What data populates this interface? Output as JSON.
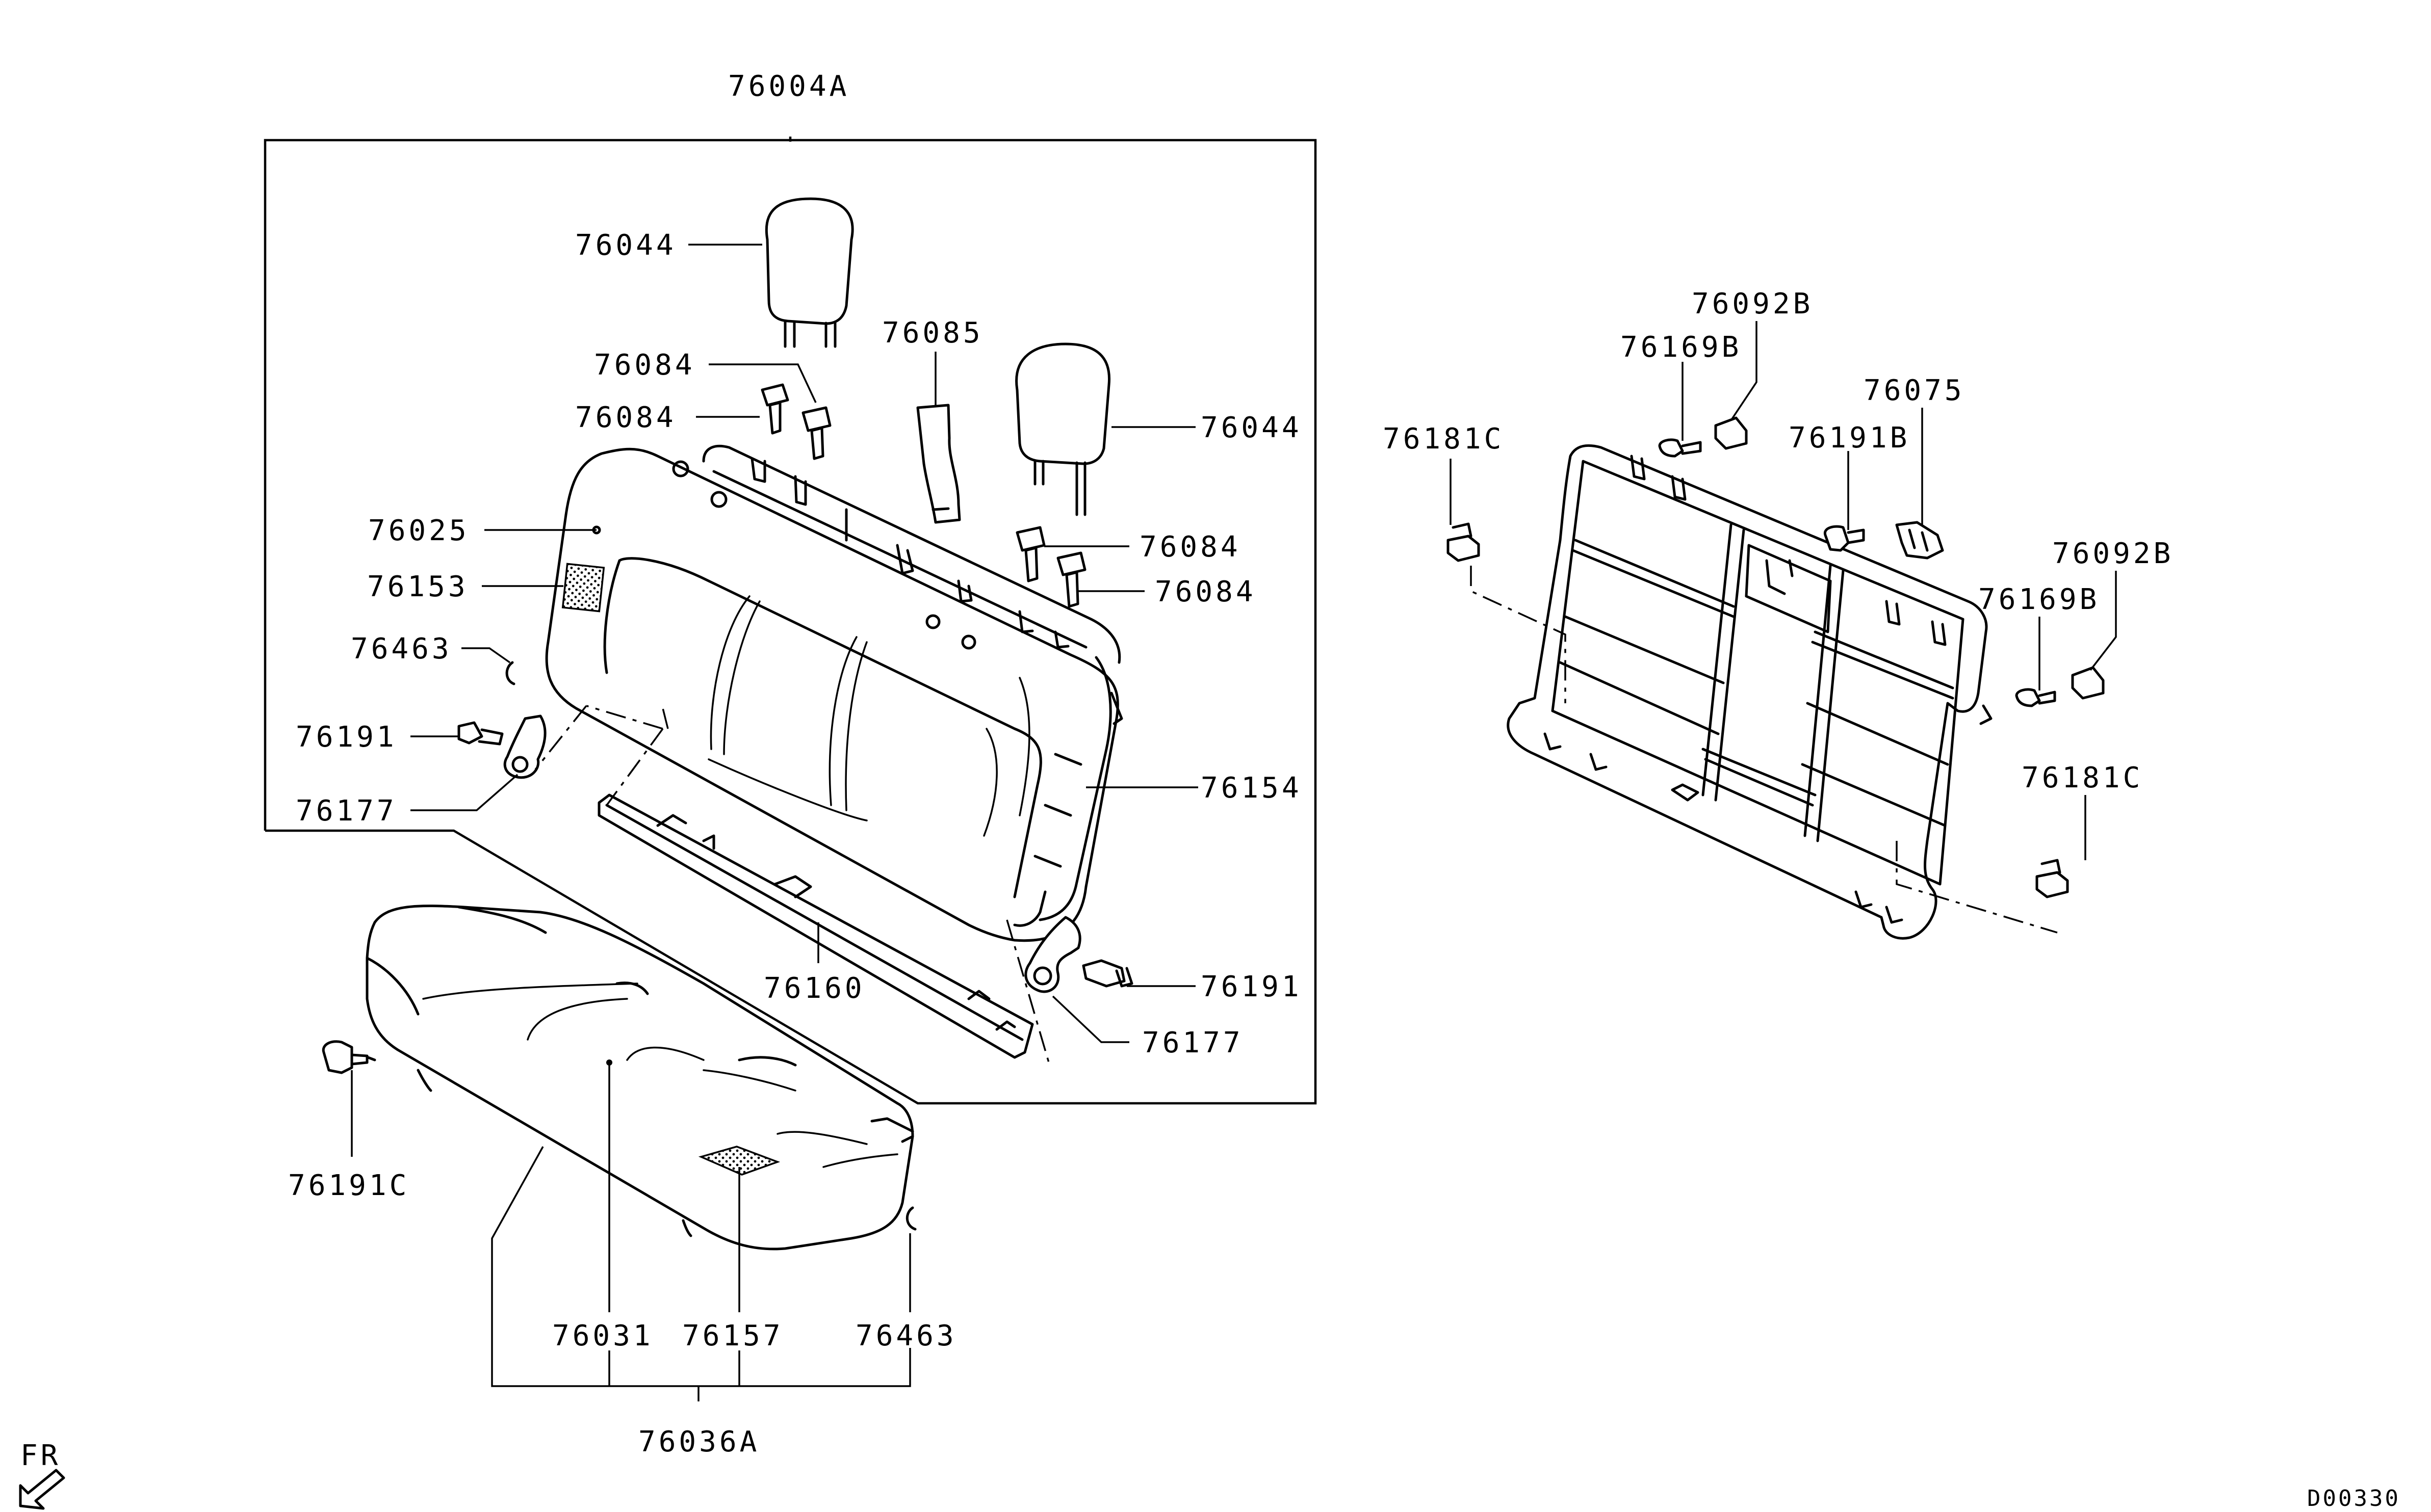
{
  "callouts": {
    "backrest_assembly": "76004A",
    "headrest_left": "76044",
    "headrest_right": "76044",
    "headrest_guide_1": "76084",
    "headrest_guide_2": "76084",
    "headrest_guide_3": "76084",
    "headrest_guide_4": "76084",
    "belt_guide": "76085",
    "back_cover": "76025",
    "back_heater_pad": "76153",
    "back_hog_ring": "76463",
    "back_bolt_left": "76191",
    "back_hinge_left": "76177",
    "back_frame": "76154",
    "back_lower_bar": "76160",
    "back_bolt_right": "76191",
    "back_hinge_right": "76177",
    "cushion_bolt": "76191C",
    "cushion_cover": "76031",
    "cushion_heater_pad": "76157",
    "cushion_hog_ring": "76463",
    "cushion_assembly": "76036A",
    "frame_nut_left": "76181C",
    "frame_screw_1": "76169B",
    "frame_cap_1": "76092B",
    "frame_bolt": "76191B",
    "frame_bracket": "76075",
    "frame_cap_2": "76092B",
    "frame_screw_2": "76169B",
    "frame_nut_right": "76181C"
  },
  "front_indicator": "FR",
  "drawing_number": "D00330"
}
